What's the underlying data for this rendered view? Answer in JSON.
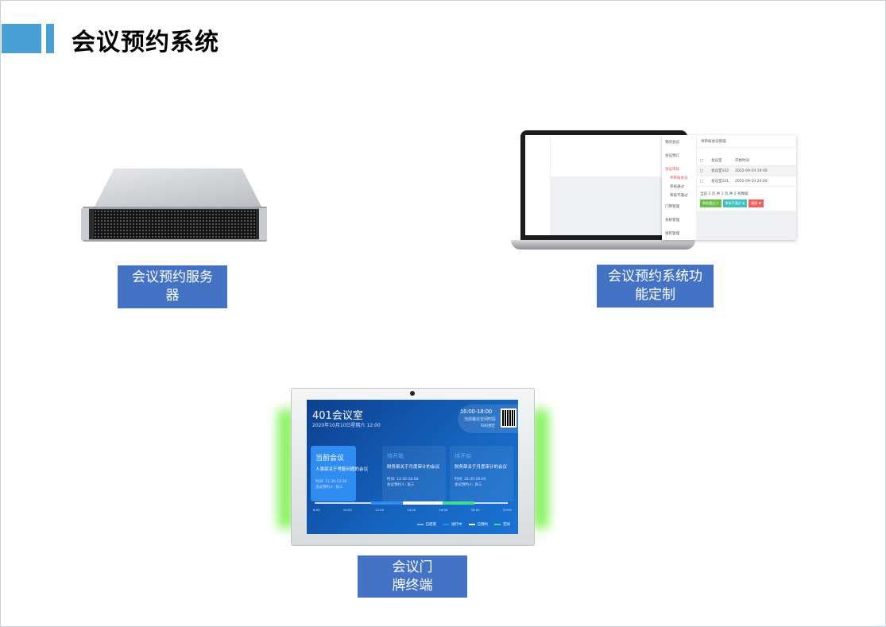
{
  "header": {
    "title": "会议预约系统"
  },
  "items": [
    {
      "label": "会议预约服务器"
    },
    {
      "label": "会议预约系统功能定制"
    },
    {
      "label": "会议门牌终端"
    }
  ],
  "admin_panel": {
    "menu": [
      "我的会议",
      "会议预订",
      "会议审核",
      "待审核会议",
      "审核通过",
      "审核不通过",
      "门牌管理",
      "系统管理",
      "组织管理"
    ],
    "title": "待审核会议管理",
    "columns": [
      "会议室",
      "开始时间"
    ],
    "rows": [
      [
        "会议室102",
        "2022-09-19 19:00"
      ],
      [
        "会议室101",
        "2022-09-19 20:00"
      ]
    ],
    "pagination": "当前 1 页,共 1 页,共 2 条数据",
    "buttons": [
      {
        "label": "审核通过 ✔",
        "color": "#6cc04a"
      },
      {
        "label": "审核不通过 ✖",
        "color": "#3cc4c0"
      },
      {
        "label": "删除 ✖",
        "color": "#f0605a"
      }
    ]
  },
  "door_sign": {
    "room": "401会议室",
    "date": "2020年10月10日星期六   12:00",
    "free_time": "16:00-18:00",
    "free_label": "当前最近空闲时段",
    "scan_label": "扫码预定",
    "cards": [
      {
        "status": "当前会议",
        "title": "人事部关于考勤问题的会议",
        "time": "时间: 11:30-13:30",
        "booker": "会议预约人: 张三"
      },
      {
        "status": "待开始",
        "title": "财务部关于月度审计的会议",
        "time": "时间: 13:30-16:00",
        "booker": "会议预约人: 张三"
      },
      {
        "status": "待开始",
        "title": "财务部关于月度审计的会议",
        "time": "时间: 16:30-20:00",
        "booker": "会议预约人: 张三"
      }
    ],
    "ticks": [
      "8:00",
      "10:00",
      "12:00",
      "14:00",
      "16:00",
      "18:00",
      "20:00"
    ],
    "legend": [
      {
        "label": "已结束",
        "color": "#8fb0dc"
      },
      {
        "label": "进行中",
        "color": "#2f8cf0"
      },
      {
        "label": "已预约",
        "color": "#ffffff"
      },
      {
        "label": "空闲",
        "color": "#3ee08a"
      }
    ]
  },
  "colors": {
    "accent": "#4a9fd4",
    "label_bg": "#4472c4",
    "glow": "#6cf03c"
  }
}
